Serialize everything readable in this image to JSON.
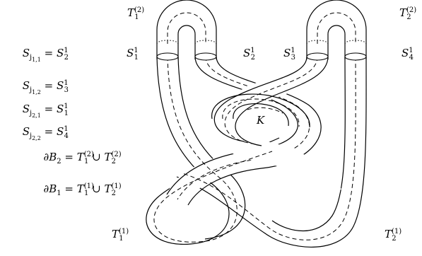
{
  "equations": [
    {
      "lhs_base": "S",
      "lhs_sub_main": "j",
      "lhs_sub_inner": "1,1",
      "rhs_base": "S",
      "rhs_sup": "1",
      "rhs_sub": "2"
    },
    {
      "lhs_base": "S",
      "lhs_sub_main": "j",
      "lhs_sub_inner": "1,2",
      "rhs_base": "S",
      "rhs_sup": "1",
      "rhs_sub": "3"
    },
    {
      "lhs_base": "S",
      "lhs_sub_main": "j",
      "lhs_sub_inner": "2,1",
      "rhs_base": "S",
      "rhs_sup": "1",
      "rhs_sub": "1"
    },
    {
      "lhs_base": "S",
      "lhs_sub_main": "j",
      "lhs_sub_inner": "2,2",
      "rhs_base": "S",
      "rhs_sup": "1",
      "rhs_sub": "4"
    }
  ],
  "boundary_eqs": [
    {
      "lhs": "∂B",
      "lhs_sub": "2",
      "t1_sup": "(2)",
      "t1_sub": "1",
      "op": "∪",
      "t2_sup": "(2)",
      "t2_sub": "2"
    },
    {
      "lhs": "∂B",
      "lhs_sub": "1",
      "t1_sup": "(1)",
      "t1_sub": "1",
      "op": "∪",
      "t2_sup": "(1)",
      "t2_sub": "2"
    }
  ],
  "labels": {
    "T12": {
      "base": "T",
      "sup": "(2)",
      "sub": "1"
    },
    "T22": {
      "base": "T",
      "sup": "(2)",
      "sub": "2"
    },
    "T11": {
      "base": "T",
      "sup": "(1)",
      "sub": "1"
    },
    "T21": {
      "base": "T",
      "sup": "(1)",
      "sub": "2"
    },
    "S1": {
      "base": "S",
      "sup": "1",
      "sub": "1"
    },
    "S2": {
      "base": "S",
      "sup": "1",
      "sub": "2"
    },
    "S3": {
      "base": "S",
      "sup": "1",
      "sub": "3"
    },
    "S4": {
      "base": "S",
      "sup": "1",
      "sub": "4"
    },
    "K": "K",
    "eq_sign": "="
  }
}
